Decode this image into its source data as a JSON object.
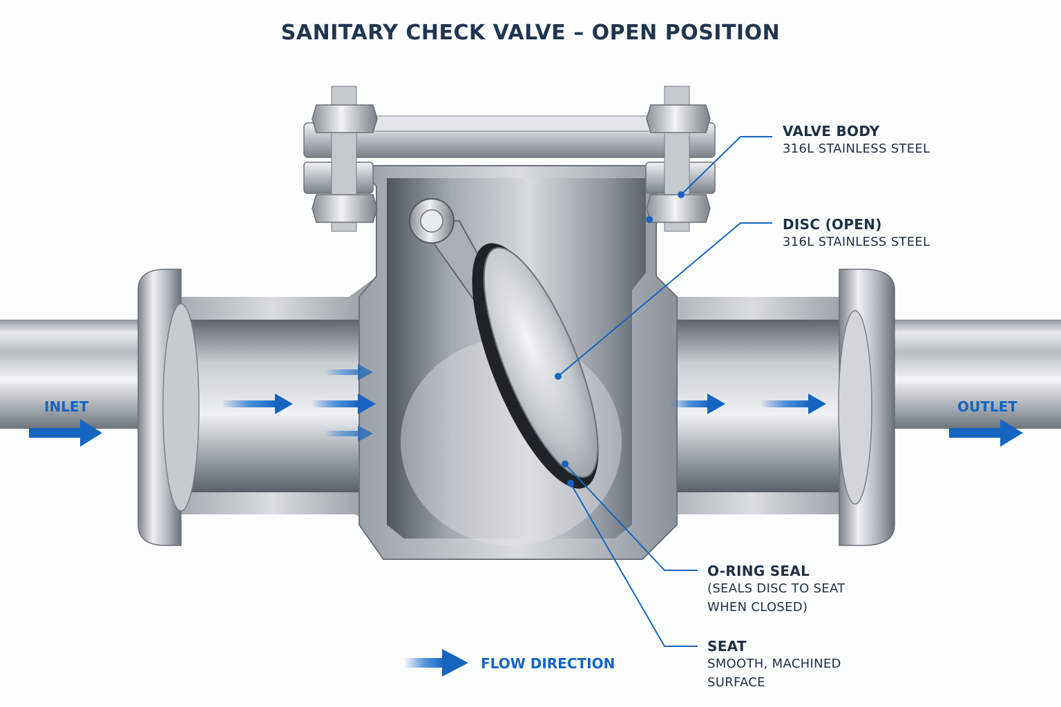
{
  "title": "SANITARY CHECK VALVE – OPEN POSITION",
  "flow": {
    "inlet": "INLET",
    "outlet": "OUTLET",
    "legend": "FLOW DIRECTION"
  },
  "callouts": {
    "valve_body": {
      "name": "VALVE BODY",
      "detail": "316L STAINLESS STEEL"
    },
    "disc": {
      "name": "DISC (OPEN)",
      "detail": "316L STAINLESS STEEL"
    },
    "oring": {
      "name": "O-RING SEAL",
      "detail_1": "(SEALS DISC TO SEAT",
      "detail_2": "WHEN CLOSED)"
    },
    "seat": {
      "name": "SEAT",
      "detail_1": "SMOOTH, MACHINED",
      "detail_2": "SURFACE"
    }
  },
  "colors": {
    "accent": "#1565c0",
    "title": "#1f3550",
    "label_text": "#1f2f44",
    "steel": "#b9bec4"
  }
}
